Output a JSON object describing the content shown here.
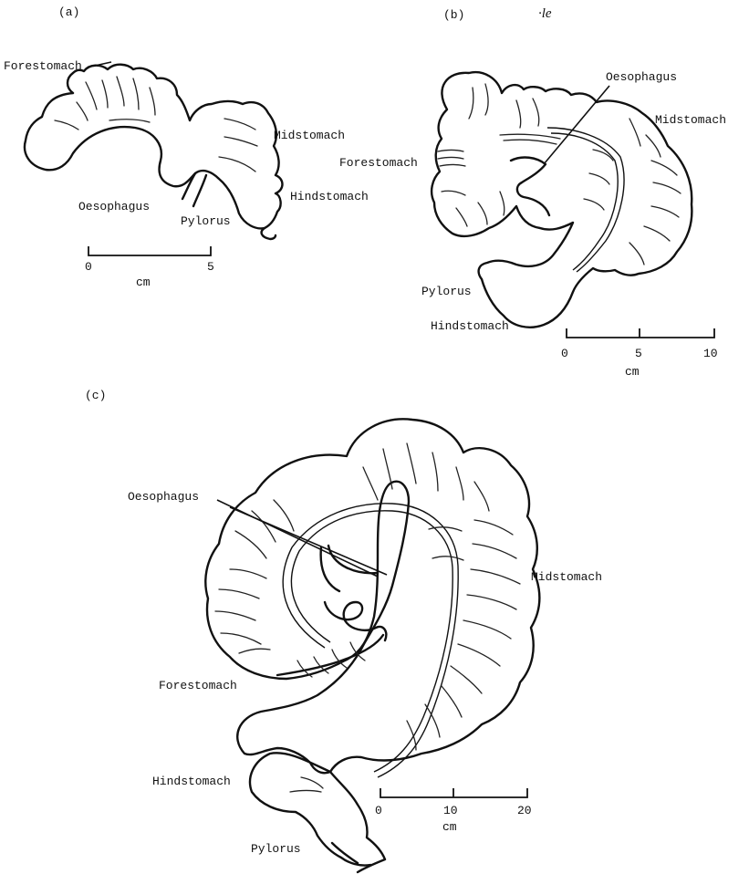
{
  "panels": {
    "a": {
      "label": "(a)",
      "labels": {
        "forestomach": "Forestomach",
        "midstomach": "Midstomach",
        "hindstomach": "Hindstomach",
        "oesophagus": "Oesophagus",
        "pylorus": "Pylorus"
      },
      "scale": {
        "ticks": [
          "0",
          "5"
        ],
        "unit": "cm"
      }
    },
    "b": {
      "label": "(b)",
      "stray_text": "·le",
      "labels": {
        "oesophagus": "Oesophagus",
        "midstomach": "Midstomach",
        "forestomach": "Forestomach",
        "pylorus": "Pylorus",
        "hindstomach": "Hindstomach"
      },
      "scale": {
        "ticks": [
          "0",
          "5",
          "10"
        ],
        "unit": "cm"
      }
    },
    "c": {
      "label": "(c)",
      "labels": {
        "oesophagus": "Oesophagus",
        "midstomach": "Midstomach",
        "forestomach": "Forestomach",
        "hindstomach": "Hindstomach",
        "pylorus": "Pylorus"
      },
      "scale": {
        "ticks": [
          "0",
          "10",
          "20"
        ],
        "unit": "cm"
      }
    }
  }
}
